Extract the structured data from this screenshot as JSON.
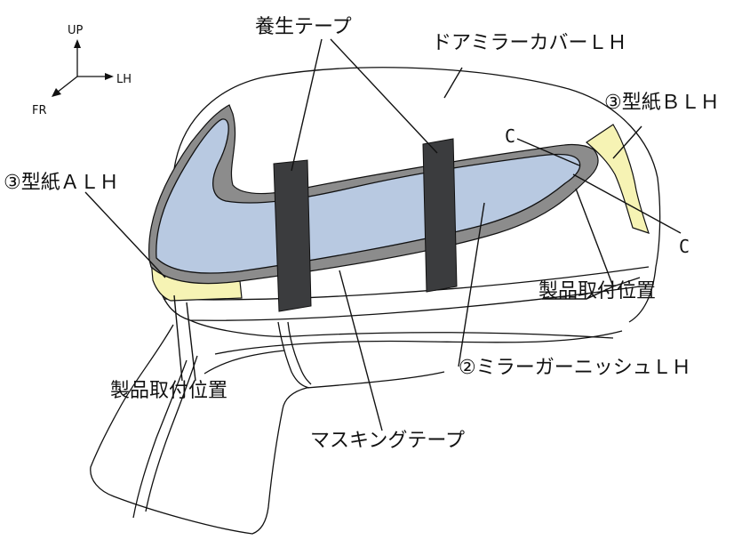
{
  "labels": {
    "protective_tape": "養生テープ",
    "door_mirror_cover": "ドアミラーカバーＬＨ",
    "pattern_b": "③型紙ＢＬＨ",
    "pattern_a": "③型紙ＡＬＨ",
    "c_upper": "C",
    "c_lower": "C",
    "mount_position_right": "製品取付位置",
    "mirror_garnish": "②ミラーガーニッシュＬＨ",
    "mount_position_left": "製品取付位置",
    "masking_tape": "マスキングテープ"
  },
  "axes": {
    "up": "UP",
    "lh": "LH",
    "fr": "FR"
  },
  "colors": {
    "garnish_fill": "#b8c9e1",
    "masking_tape": "#8c8c8c",
    "protective_tape": "#3b3c3e",
    "pattern_paper": "#f6f3b4",
    "outline": "#111111"
  }
}
